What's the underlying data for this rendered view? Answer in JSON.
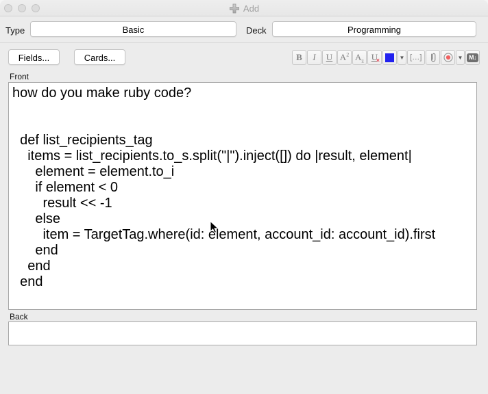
{
  "window": {
    "title": "Add"
  },
  "chooser": {
    "type_label": "Type",
    "type_value": "Basic",
    "deck_label": "Deck",
    "deck_value": "Programming"
  },
  "actions": {
    "fields": "Fields...",
    "cards": "Cards..."
  },
  "toolbar": {
    "bold": "B",
    "italic": "I",
    "underline": "U",
    "super_base": "A",
    "super_mark": "2",
    "sub_base": "A",
    "sub_mark": "z",
    "unformat_base": "U",
    "unformat_mark": "×",
    "color_hex": "#2121ef",
    "dropdown_glyph": "▼",
    "cloze": "[...]",
    "markdown": "M↓"
  },
  "editor": {
    "front_label": "Front",
    "front_lines": [
      "how do you make ruby code?",
      "",
      "",
      "  def list_recipients_tag",
      "    items = list_recipients.to_s.split(\"|\").inject([]) do |result, element|",
      "      element = element.to_i",
      "      if element < 0",
      "        result << -1",
      "      else",
      "        item = TargetTag.where(id: element, account_id: account_id).first",
      "      end",
      "    end",
      "  end"
    ],
    "back_label": "Back",
    "back_value": ""
  }
}
